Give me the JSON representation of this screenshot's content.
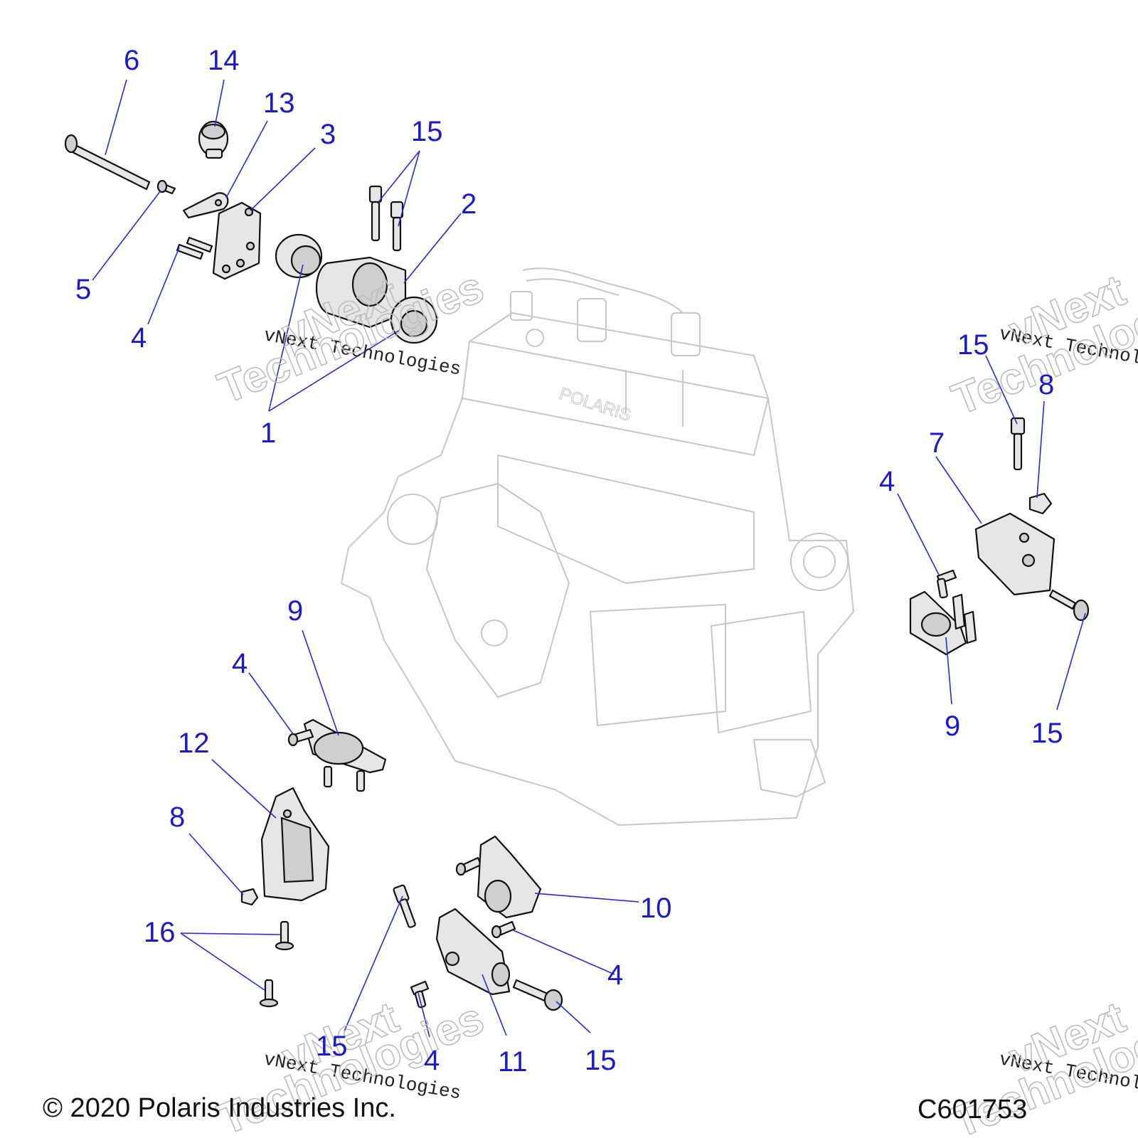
{
  "callouts": [
    {
      "id": "c6",
      "label": "6"
    },
    {
      "id": "c14",
      "label": "14"
    },
    {
      "id": "c13",
      "label": "13"
    },
    {
      "id": "c3",
      "label": "3"
    },
    {
      "id": "c15a",
      "label": "15"
    },
    {
      "id": "c2",
      "label": "2"
    },
    {
      "id": "c5",
      "label": "5"
    },
    {
      "id": "c4a",
      "label": "4"
    },
    {
      "id": "c1",
      "label": "1"
    },
    {
      "id": "c15b",
      "label": "15"
    },
    {
      "id": "c8a",
      "label": "8"
    },
    {
      "id": "c7",
      "label": "7"
    },
    {
      "id": "c4b",
      "label": "4"
    },
    {
      "id": "c9a",
      "label": "9"
    },
    {
      "id": "c15c",
      "label": "15"
    },
    {
      "id": "c9b",
      "label": "9"
    },
    {
      "id": "c4c",
      "label": "4"
    },
    {
      "id": "c12",
      "label": "12"
    },
    {
      "id": "c8b",
      "label": "8"
    },
    {
      "id": "c10",
      "label": "10"
    },
    {
      "id": "c16",
      "label": "16"
    },
    {
      "id": "c4d",
      "label": "4"
    },
    {
      "id": "c15d",
      "label": "15"
    },
    {
      "id": "c4e",
      "label": "4"
    },
    {
      "id": "c11",
      "label": "11"
    },
    {
      "id": "c15e",
      "label": "15"
    }
  ],
  "watermark": {
    "small": "vNext Technologies",
    "big_line1": "vNext",
    "big_line2": "Technologies"
  },
  "engine_brand": "POLARIS",
  "footer": {
    "copyright": "© 2020 Polaris Industries Inc.",
    "code": "C601753"
  },
  "colors": {
    "callout": "#1a1acc",
    "leader": "#2a2ad8",
    "part_fill": "#e6e6e6",
    "engine_outline": "#c8c8c8"
  }
}
